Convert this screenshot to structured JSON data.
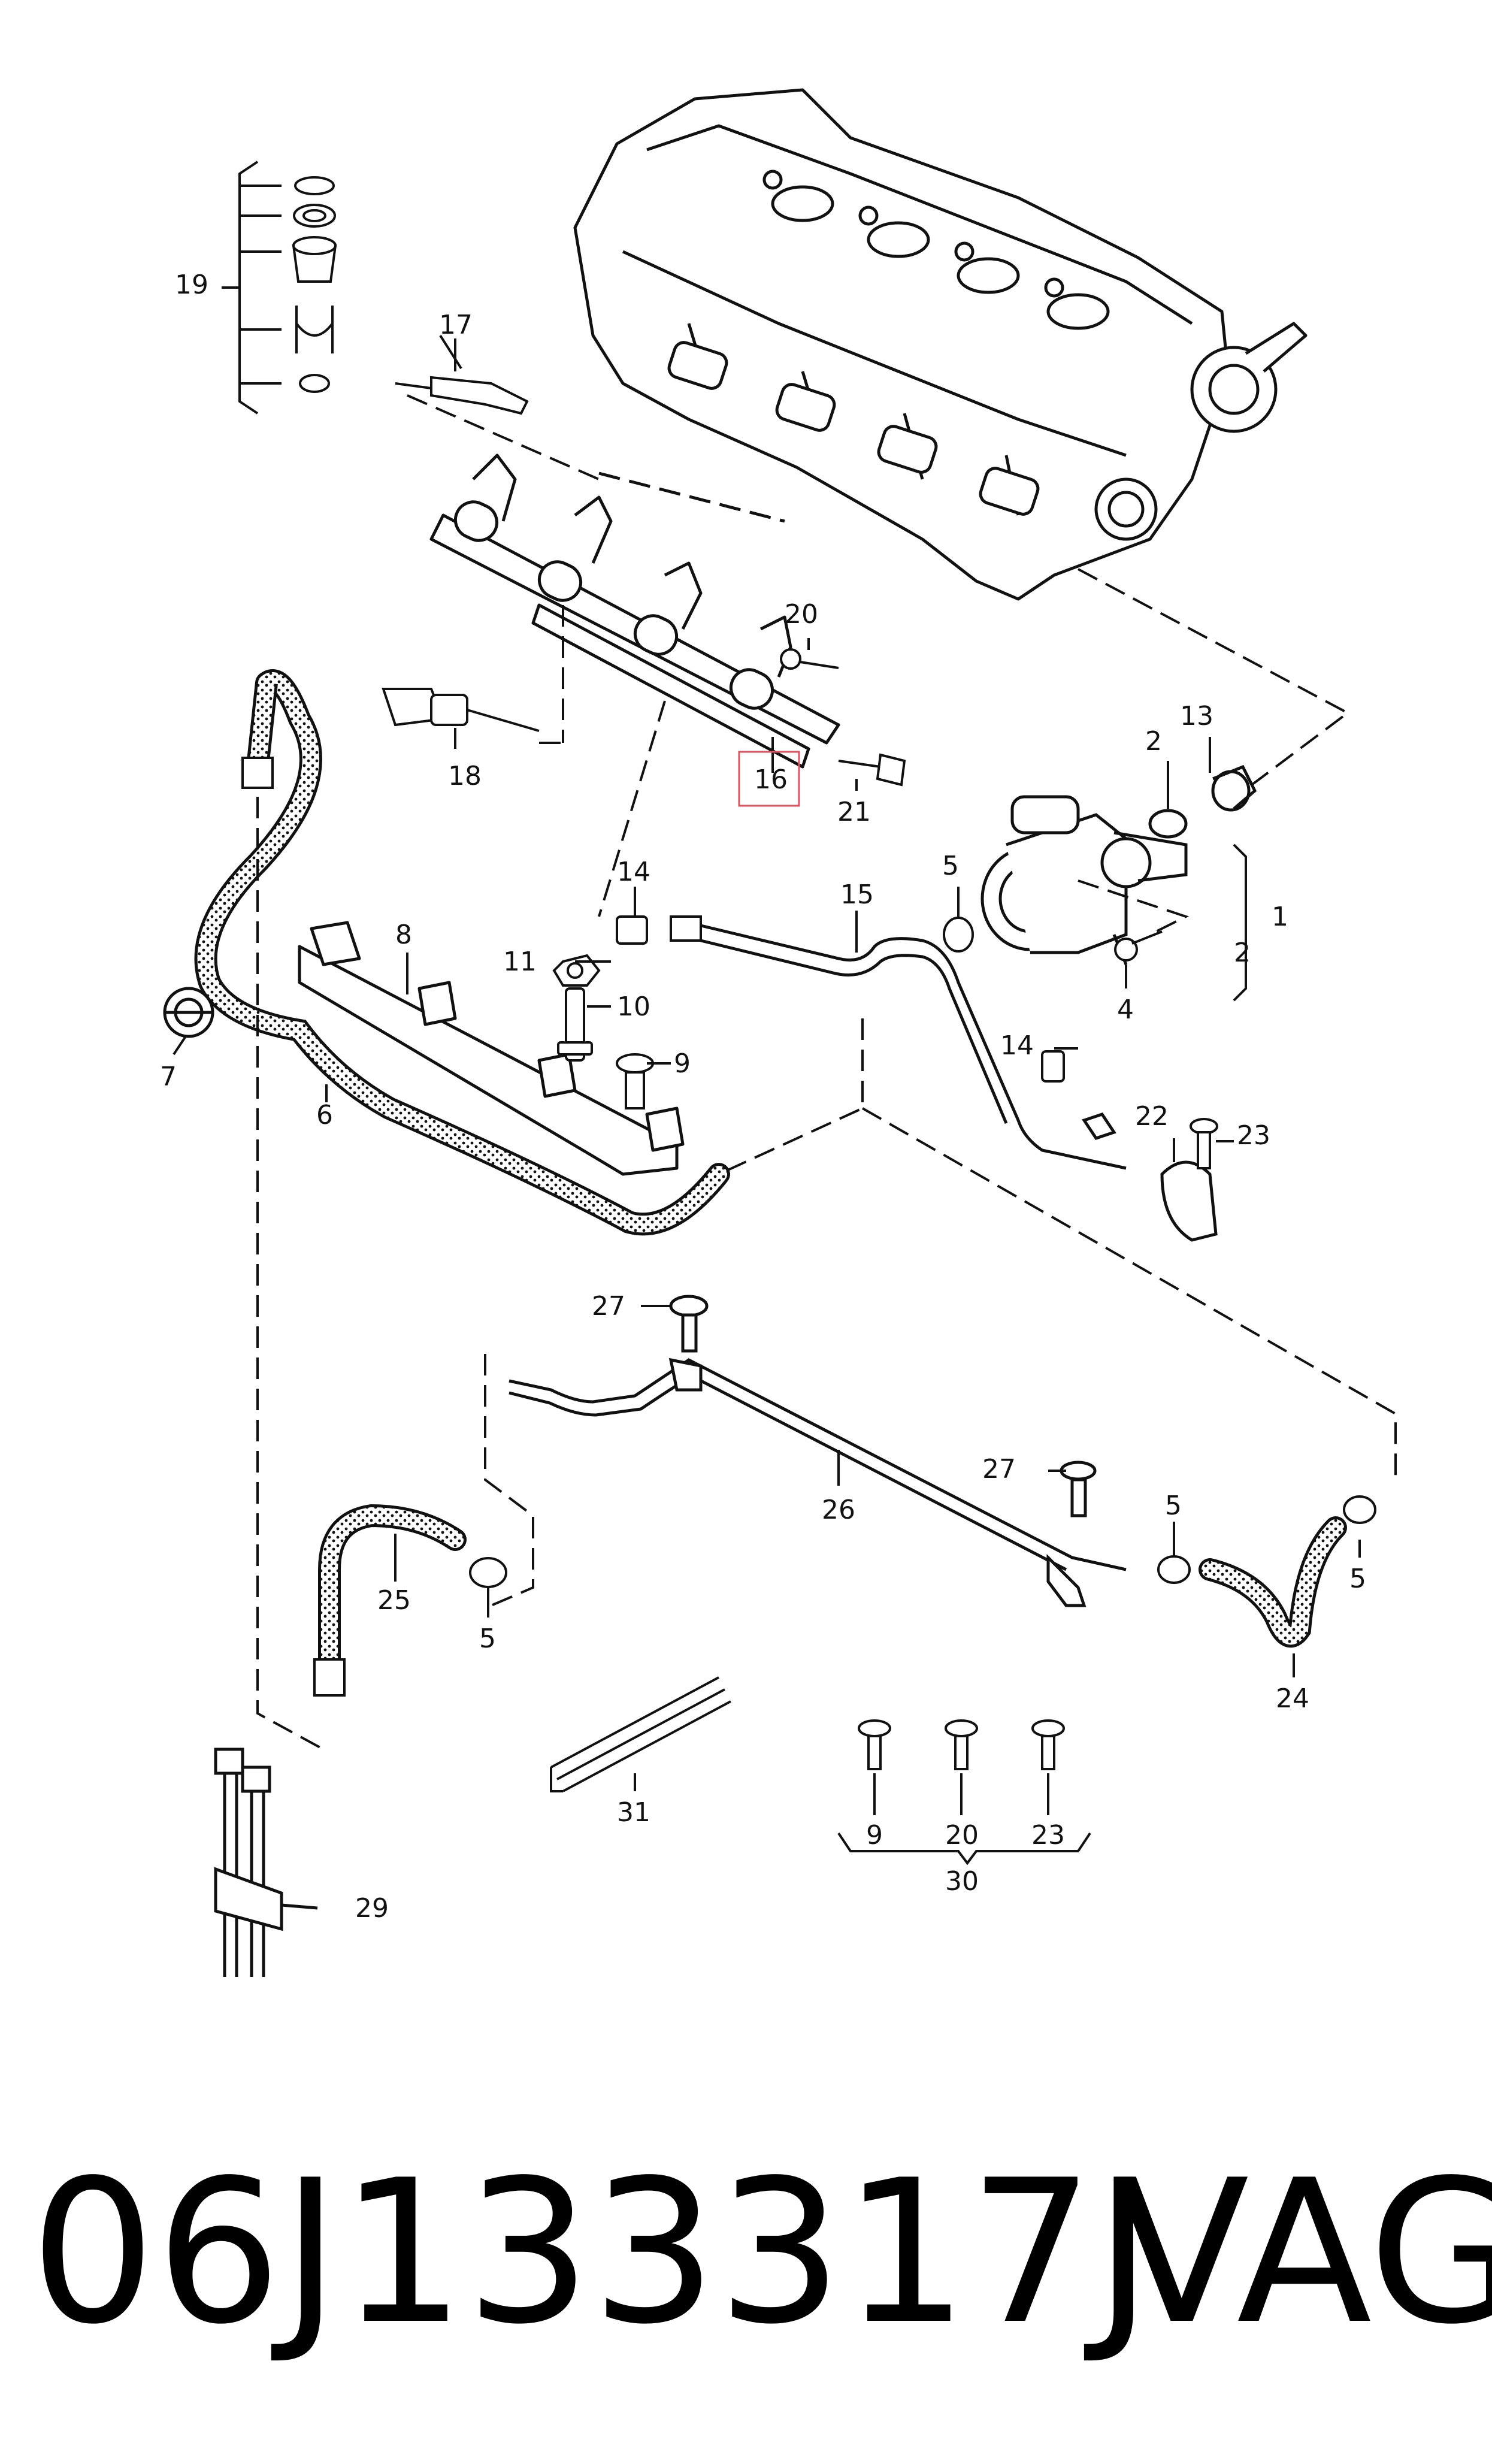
{
  "diagram": {
    "callouts": [
      {
        "id": "callout-19",
        "text": "19"
      },
      {
        "id": "callout-17",
        "text": "17"
      },
      {
        "id": "callout-20",
        "text": "20"
      },
      {
        "id": "callout-18",
        "text": "18"
      },
      {
        "id": "callout-16",
        "text": "16",
        "highlighted": true
      },
      {
        "id": "callout-21",
        "text": "21"
      },
      {
        "id": "callout-13",
        "text": "13"
      },
      {
        "id": "callout-2a",
        "text": "2"
      },
      {
        "id": "callout-5a",
        "text": "5"
      },
      {
        "id": "callout-14a",
        "text": "14"
      },
      {
        "id": "callout-15",
        "text": "15"
      },
      {
        "id": "callout-1",
        "text": "1"
      },
      {
        "id": "callout-2b",
        "text": "2"
      },
      {
        "id": "callout-8",
        "text": "8"
      },
      {
        "id": "callout-11",
        "text": "11"
      },
      {
        "id": "callout-10",
        "text": "10"
      },
      {
        "id": "callout-4",
        "text": "4"
      },
      {
        "id": "callout-7",
        "text": "7"
      },
      {
        "id": "callout-6",
        "text": "6"
      },
      {
        "id": "callout-9a",
        "text": "9"
      },
      {
        "id": "callout-14b",
        "text": "14"
      },
      {
        "id": "callout-22",
        "text": "22"
      },
      {
        "id": "callout-23a",
        "text": "23"
      },
      {
        "id": "callout-27a",
        "text": "27"
      },
      {
        "id": "callout-27b",
        "text": "27"
      },
      {
        "id": "callout-26",
        "text": "26"
      },
      {
        "id": "callout-5b",
        "text": "5"
      },
      {
        "id": "callout-5c",
        "text": "5"
      },
      {
        "id": "callout-25",
        "text": "25"
      },
      {
        "id": "callout-5d",
        "text": "5"
      },
      {
        "id": "callout-24",
        "text": "24"
      },
      {
        "id": "callout-31",
        "text": "31"
      },
      {
        "id": "callout-9b",
        "text": "9"
      },
      {
        "id": "callout-20b",
        "text": "20"
      },
      {
        "id": "callout-23b",
        "text": "23"
      },
      {
        "id": "callout-30",
        "text": "30"
      },
      {
        "id": "callout-29",
        "text": "29"
      }
    ],
    "highlight_color": "#e0525f"
  },
  "caption": {
    "part_number": "06J133317J",
    "brand": "VAG"
  }
}
